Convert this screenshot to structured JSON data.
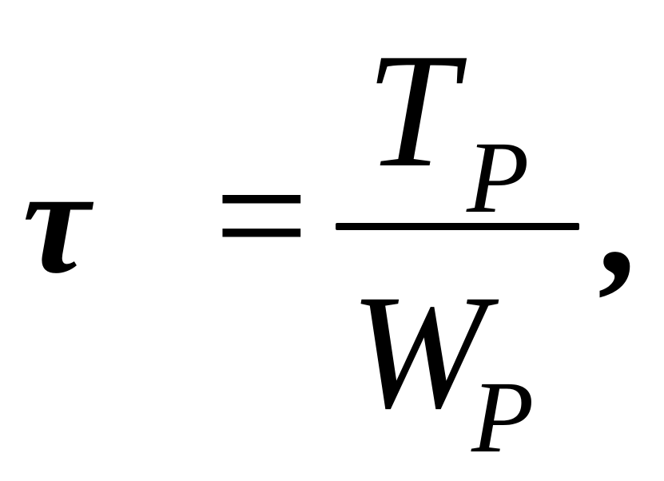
{
  "formula": {
    "lhs": "τ",
    "equals": "=",
    "numerator": {
      "main": "T",
      "subscript": "P"
    },
    "denominator": {
      "main": "W",
      "subscript": "P"
    },
    "trailing_punctuation": ","
  }
}
